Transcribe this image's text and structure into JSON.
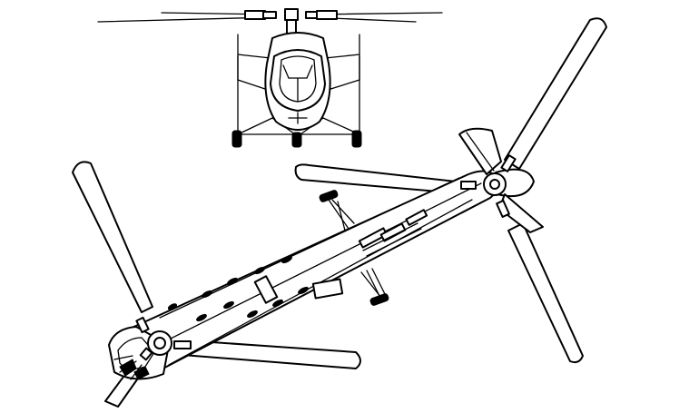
{
  "figure": {
    "subject": "tandem-rotor-helicopter",
    "views": [
      "front-view",
      "top-view"
    ],
    "colors": {
      "ink": "#000000",
      "paper": "#ffffff"
    }
  }
}
